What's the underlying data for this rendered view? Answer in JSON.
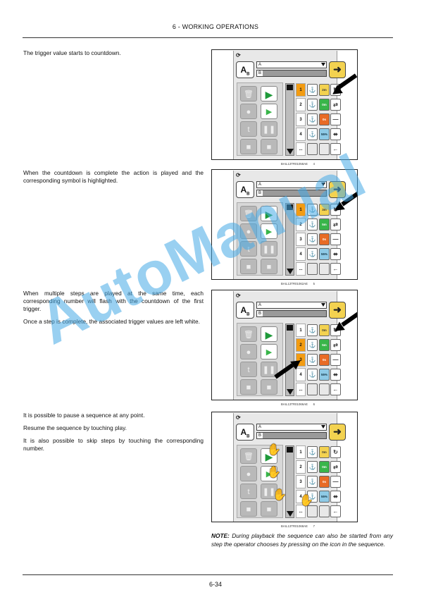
{
  "header": {
    "title": "6 - WORKING OPERATIONS"
  },
  "footer": {
    "page": "6-34"
  },
  "watermark": "AutoManual",
  "sections": [
    {
      "paragraphs": [
        "The trigger value starts to countdown."
      ]
    },
    {
      "paragraphs": [
        "When the countdown is complete the action is played and the corresponding symbol is highlighted."
      ]
    },
    {
      "paragraphs": [
        "When multiple steps are played at the same time, each corresponding number will flash with the countdown of the first trigger.",
        "Once a step is complete, the associated trigger values are left white."
      ]
    },
    {
      "paragraphs": [
        "It is possible to pause a sequence at any point.",
        "Resume the sequence by touching play.",
        "It is also possible to skip steps by touching the corresponding number."
      ]
    }
  ],
  "figures": [
    {
      "code": "BAIL13TR01058AE",
      "number": "4",
      "highlight": [
        1
      ],
      "tiles": [
        "2m",
        "0m",
        "0s",
        "55%"
      ]
    },
    {
      "code": "BAIL13TR01062AE",
      "number": "5",
      "highlight": [
        1
      ],
      "tiles": [
        "3m",
        "5m",
        "0s",
        "55%"
      ]
    },
    {
      "code": "BAIL13TR01066AE",
      "number": "6",
      "highlight": [
        2,
        3
      ],
      "tiles": [
        "0m",
        "5m",
        "0s",
        "55%"
      ]
    },
    {
      "code": "BAIL13TR01068AE",
      "number": "7",
      "highlight": [],
      "tiles": [
        "0m",
        "0m",
        "0s",
        "55%"
      ]
    }
  ],
  "screen": {
    "field_a": "A",
    "field_b": "B",
    "ab_label": "A",
    "ab_sub": "B",
    "rows": [
      "1",
      "2",
      "3",
      "4",
      "..."
    ]
  },
  "note": {
    "label": "NOTE:",
    "text": "During playback the sequence can also be started from any step the operator chooses by pressing on the icon in the sequence."
  },
  "colors": {
    "highlight_number": "#f39c12",
    "green_tile": "#39b54a",
    "orange_tile": "#e86b25",
    "blue_tile": "#8ecae6",
    "yellow_tile": "#f3d250",
    "watermark": "#46aae6"
  }
}
